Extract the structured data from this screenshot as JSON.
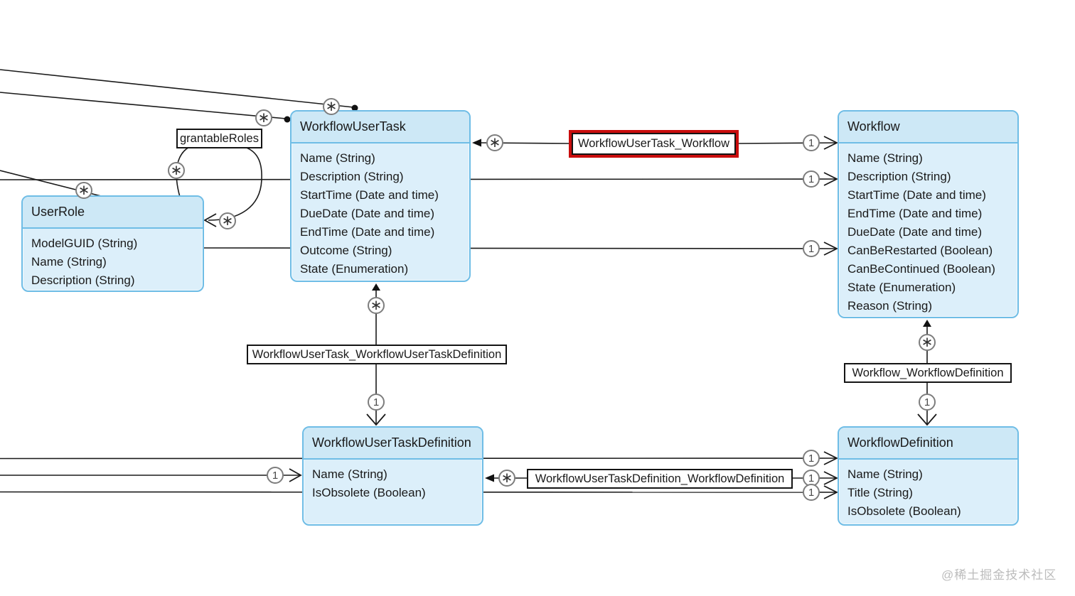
{
  "watermark": "@稀土掘金技术社区",
  "symbols": {
    "many": "∗",
    "one": "1"
  },
  "colors": {
    "entity_border": "#6fbde6",
    "entity_header_fill": "#cde8f6",
    "entity_body_fill": "#dceffa",
    "relationship_border": "#141414",
    "highlight_border": "#c90d0d",
    "line": "#1a1a1a"
  },
  "entities": [
    {
      "name": "WorkflowUserTask",
      "attributes": [
        "Name (String)",
        "Description (String)",
        "StartTime (Date and time)",
        "DueDate (Date and time)",
        "EndTime (Date and time)",
        "Outcome (String)",
        "State (Enumeration)"
      ]
    },
    {
      "name": "Workflow",
      "attributes": [
        "Name (String)",
        "Description (String)",
        "StartTime (Date and time)",
        "EndTime (Date and time)",
        "DueDate (Date and time)",
        "CanBeRestarted (Boolean)",
        "CanBeContinued (Boolean)",
        "State (Enumeration)",
        "Reason (String)"
      ]
    },
    {
      "name": "UserRole",
      "attributes": [
        "ModelGUID (String)",
        "Name (String)",
        "Description (String)"
      ]
    },
    {
      "name": "WorkflowUserTaskDefinition",
      "attributes": [
        "Name (String)",
        "IsObsolete (Boolean)"
      ]
    },
    {
      "name": "WorkflowDefinition",
      "attributes": [
        "Name (String)",
        "Title (String)",
        "IsObsolete (Boolean)"
      ]
    }
  ],
  "relationships": [
    {
      "label": "grantableRoles",
      "source_multiplicity": "*",
      "target_multiplicity": "*",
      "highlighted": false
    },
    {
      "label": "WorkflowUserTask_Workflow",
      "source_multiplicity": "*",
      "target_multiplicity": "1",
      "highlighted": true
    },
    {
      "label": "WorkflowUserTask_WorkflowUserTaskDefinition",
      "source_multiplicity": "*",
      "target_multiplicity": "1",
      "highlighted": false
    },
    {
      "label": "Workflow_WorkflowDefinition",
      "source_multiplicity": "*",
      "target_multiplicity": "1",
      "highlighted": false
    },
    {
      "label": "WorkflowUserTaskDefinition_WorkflowDefinition",
      "source_multiplicity": "*",
      "target_multiplicity": "1",
      "highlighted": false
    }
  ]
}
